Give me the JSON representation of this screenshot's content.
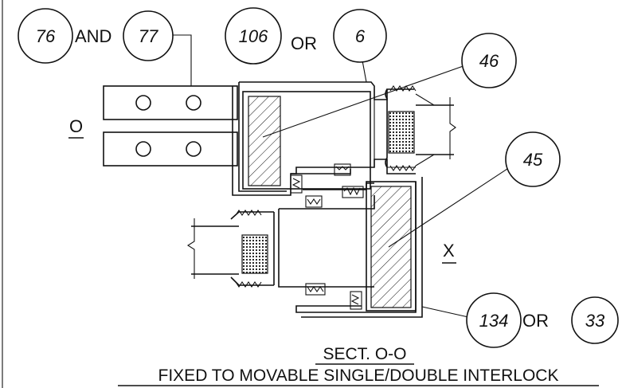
{
  "callouts": {
    "c76": "76",
    "and": "AND",
    "c77": "77",
    "c106": "106",
    "or1": "OR",
    "c6": "6",
    "c46": "46",
    "c45": "45",
    "c134": "134",
    "or2": "OR",
    "c33": "33"
  },
  "labels": {
    "o": "O",
    "x": "X"
  },
  "caption": {
    "section": "SECT. O-O",
    "description": "FIXED TO MOVABLE SINGLE/DOUBLE INTERLOCK"
  }
}
